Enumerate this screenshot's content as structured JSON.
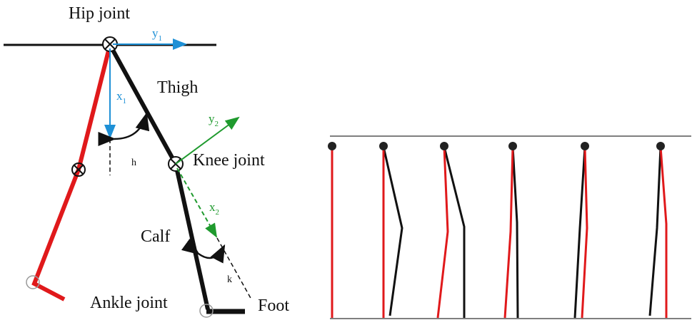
{
  "labels": {
    "hip_joint": "Hip joint",
    "thigh": "Thigh",
    "knee_joint": "Knee joint",
    "calf": "Calf",
    "ankle_joint": "Ankle joint",
    "foot": "Foot",
    "angle_h": "h",
    "angle_k": "k",
    "axis_x1": "x",
    "axis_x1_sub": "1",
    "axis_y1": "y",
    "axis_y1_sub": "1",
    "axis_x2": "x",
    "axis_x2_sub": "2",
    "axis_y2": "y",
    "axis_y2_sub": "2"
  },
  "colors": {
    "leg_primary": "#111111",
    "leg_secondary": "#e0191b",
    "frame1_axes": "#1e90d6",
    "frame2_axes": "#1f9a2e",
    "ground_line": "#555555"
  },
  "gait_sequence": {
    "frame_count": 6
  }
}
